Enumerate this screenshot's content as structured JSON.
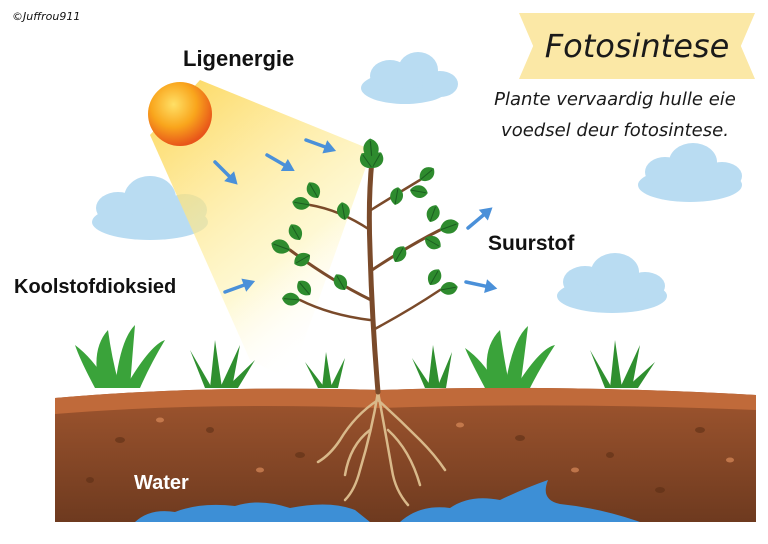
{
  "credit": "©Juffrou911",
  "title": "Fotosintese",
  "subtitle": "Plante vervaardig hulle eie voedsel deur fotosintese.",
  "labels": {
    "light": "Ligenergie",
    "co2": "Koolstofdioksied",
    "oxygen": "Suurstof",
    "water": "Water"
  },
  "colors": {
    "sun": "#f7941d",
    "light_beam": "#fde27a",
    "arrow": "#4a90d9",
    "soil": "#8b4a2b",
    "water": "#3d8fd6",
    "leaf": "#2e8b2e",
    "cloud": "#b9dcf2",
    "banner": "#fbe8a6"
  },
  "icons": [
    "sun-icon",
    "cloud-icon",
    "plant-icon",
    "grass-icon",
    "arrow-icon",
    "root-icon"
  ]
}
